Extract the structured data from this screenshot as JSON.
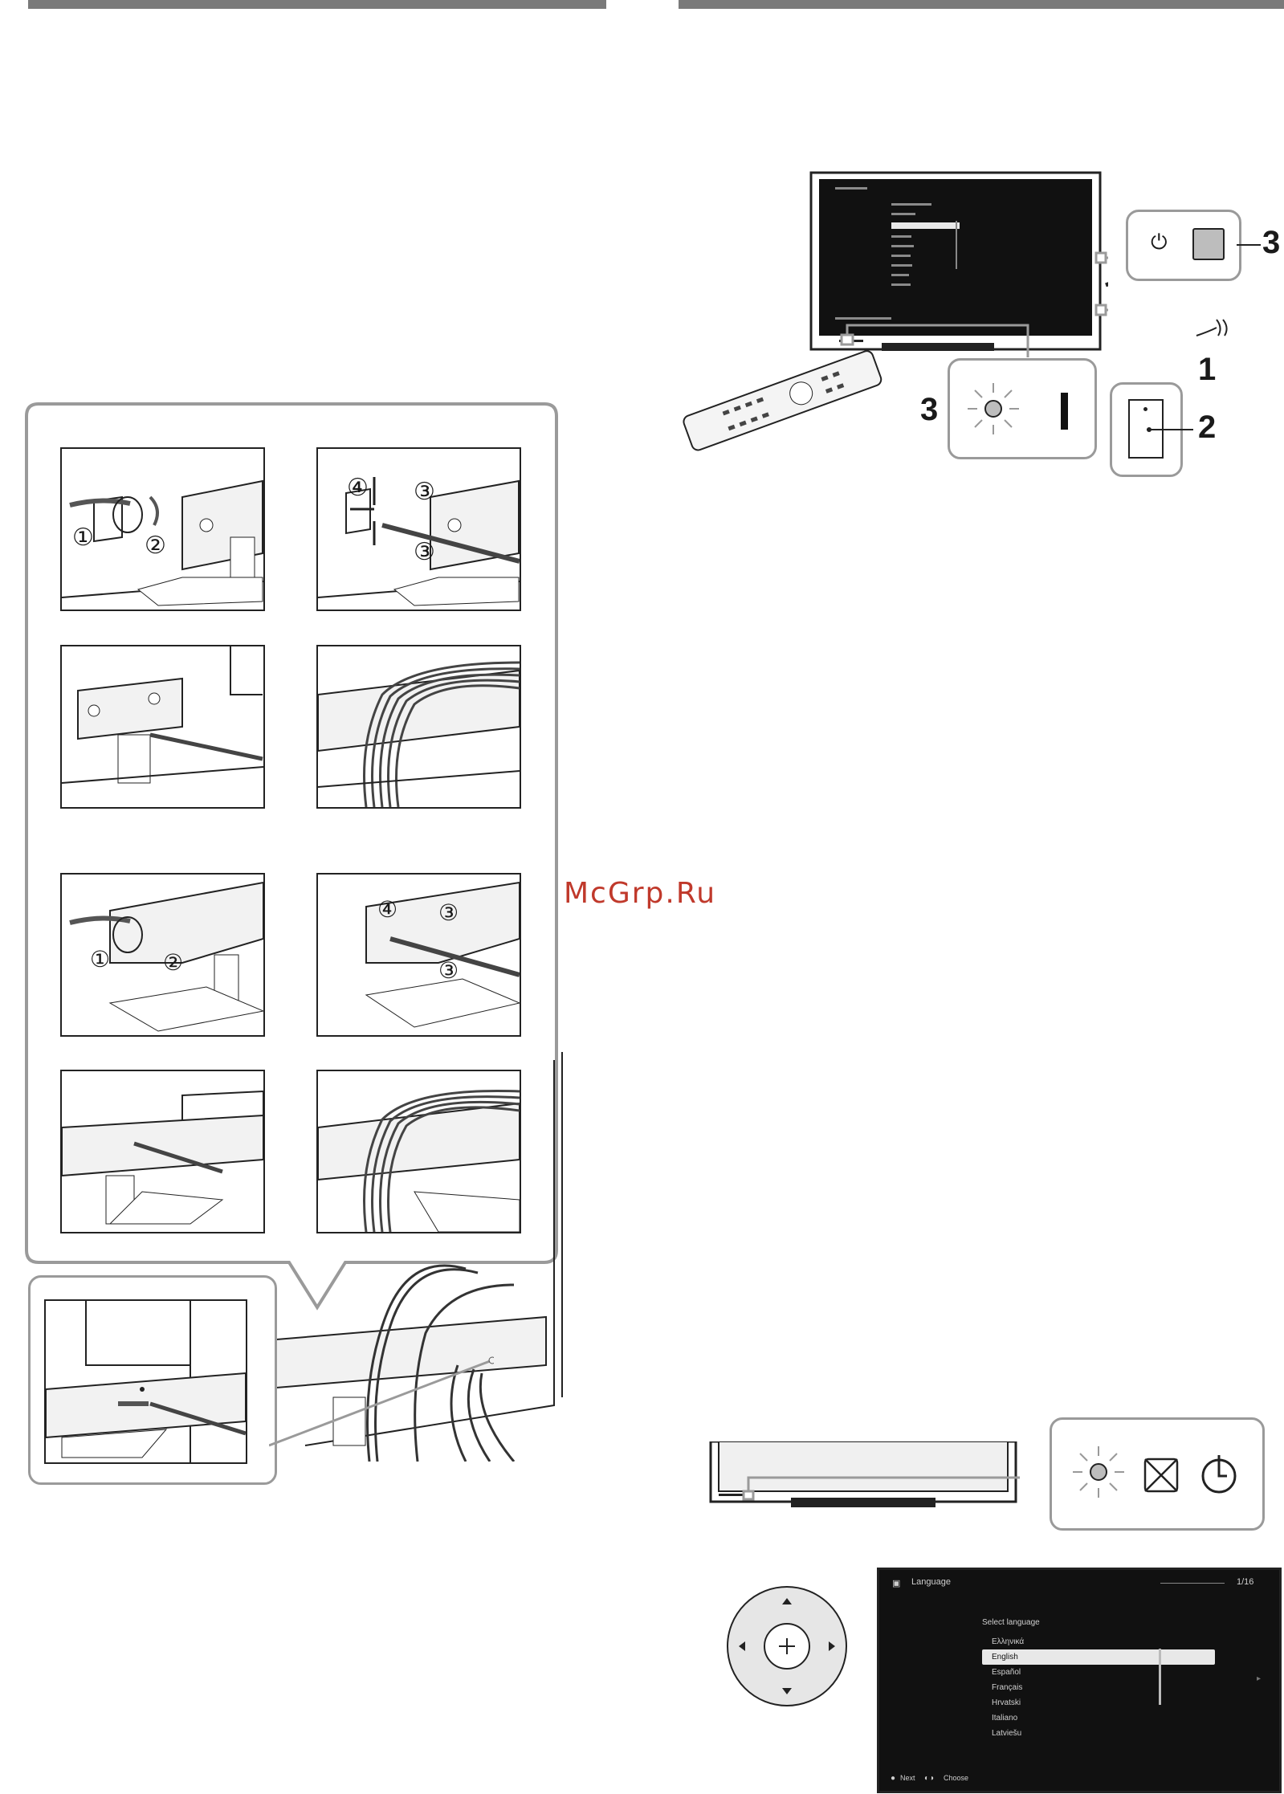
{
  "watermark": "McGrp.Ru",
  "callouts": {
    "power_cord": "1",
    "main_switch": "2",
    "power_button": "3",
    "power_indicator": "3"
  },
  "step_markers": {
    "circled": [
      "①",
      "②",
      "③",
      "④"
    ]
  },
  "tv_menu": {
    "title": "Language",
    "page": "1/16",
    "subtitle": "Select language",
    "languages": [
      "Ελληνικά",
      "English",
      "Español",
      "Français",
      "Hrvatski",
      "Italiano",
      "Latviešu"
    ],
    "selected": "English",
    "footer_confirm": "Next",
    "footer_select": "Choose"
  },
  "colors": {
    "accent_gray": "#9a9a9a",
    "rule_gray": "#7a7a7a",
    "screen_dark": "#111111",
    "highlight": "#e8e8e8",
    "watermark": "#c0392b"
  },
  "icons": [
    "power-icon",
    "power-indicator-led-icon",
    "timer-icon",
    "picture-off-icon",
    "remote-control-icon",
    "navigation-pad-icon"
  ]
}
